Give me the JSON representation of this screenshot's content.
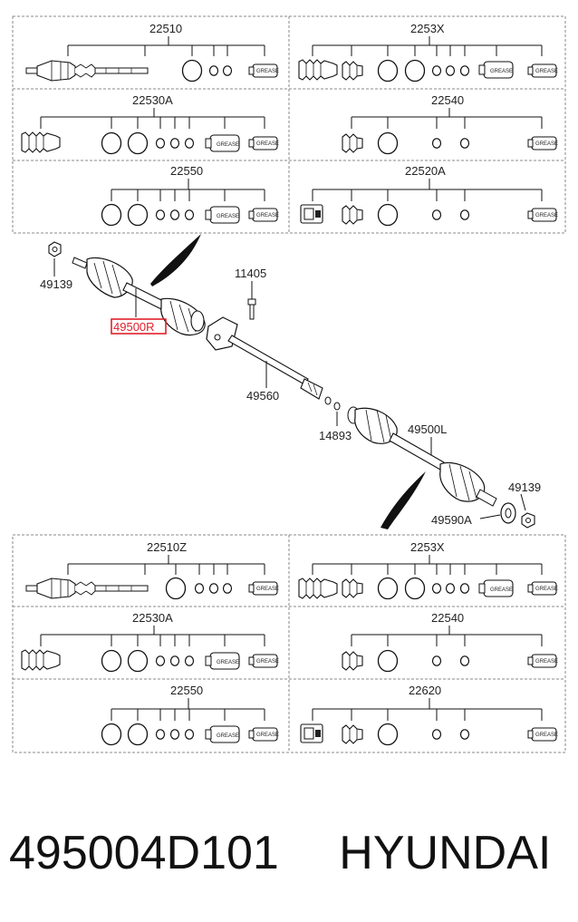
{
  "panels_top": [
    {
      "label": "22510"
    },
    {
      "label": "2253X"
    },
    {
      "label": "22530A"
    },
    {
      "label": "22540"
    },
    {
      "label": "22550"
    },
    {
      "label": "22520A"
    }
  ],
  "panels_bottom": [
    {
      "label": "22510Z"
    },
    {
      "label": "2253X"
    },
    {
      "label": "22530A"
    },
    {
      "label": "22540"
    },
    {
      "label": "22550"
    },
    {
      "label": "22620"
    }
  ],
  "grease_label": "GREASE",
  "callouts": {
    "nut_left": "49139",
    "shaft_right": "49500R",
    "bolt": "11405",
    "inner_shaft": "49560",
    "clip": "14893",
    "shaft_left": "49500L",
    "nut_right": "49139",
    "washer": "49590A"
  },
  "highlight_color": "#e0202a",
  "caption": {
    "part_number": "495004D101",
    "brand": "HYUNDAI"
  }
}
